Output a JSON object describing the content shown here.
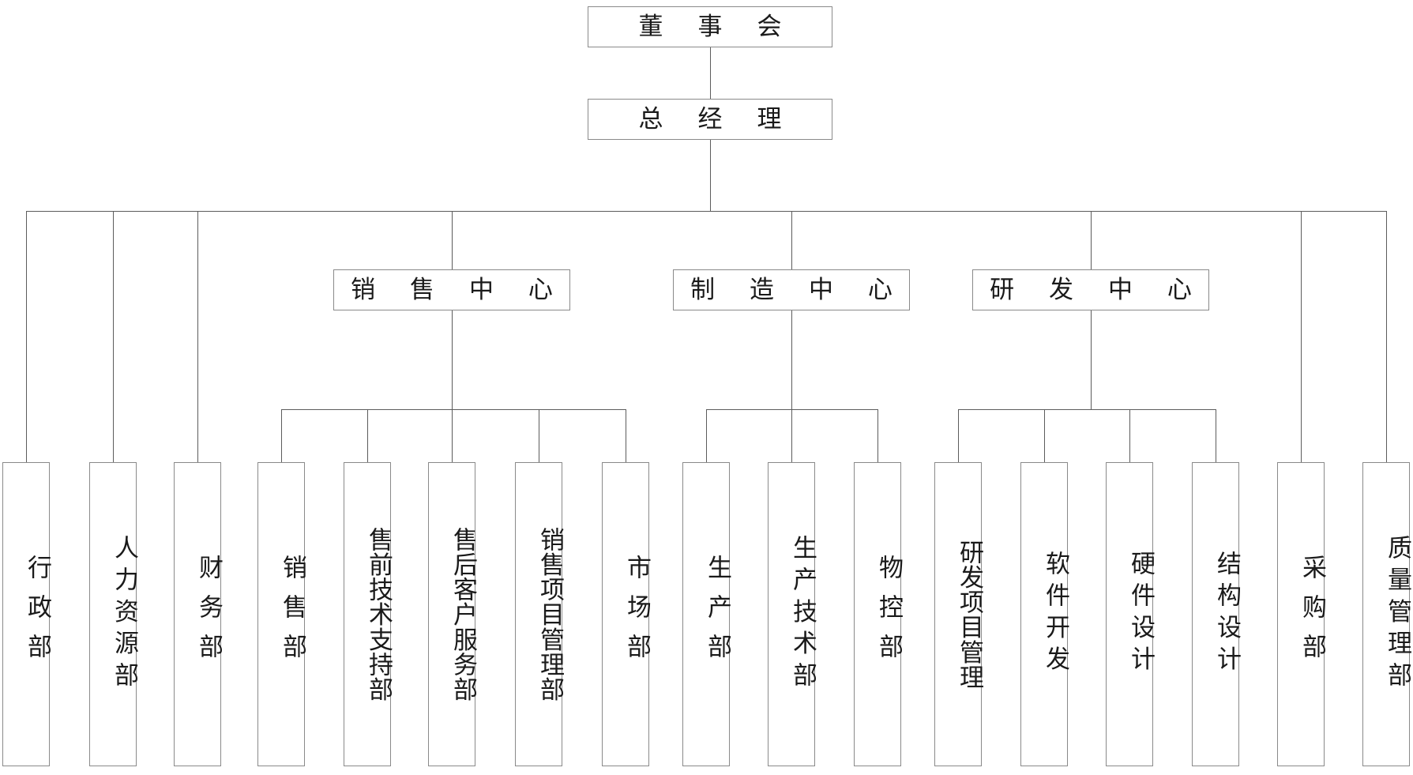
{
  "diagram": {
    "type": "organization-chart",
    "title_visible": false,
    "orientation": "top-down",
    "line_color": "#5c5c5c",
    "box_border_color": "#8a8a8a",
    "background_color": "#ffffff",
    "text_color": "#1a1a1a"
  },
  "nodes": {
    "board": {
      "label": "董 事 会",
      "level": 0
    },
    "general_manager": {
      "label": "总 经 理",
      "level": 1
    },
    "centers": [
      {
        "id": "sales_center",
        "label": "销 售 中 心",
        "level": 2
      },
      {
        "id": "manufacturing_center",
        "label": "制 造 中 心",
        "level": 2
      },
      {
        "id": "rd_center",
        "label": "研 发 中 心",
        "level": 2
      }
    ],
    "direct_departments_left": [
      {
        "id": "admin",
        "label": "行政部",
        "parent": "general_manager"
      },
      {
        "id": "hr",
        "label": "人力资源部",
        "parent": "general_manager"
      },
      {
        "id": "finance",
        "label": "财务部",
        "parent": "general_manager"
      }
    ],
    "sales_departments": [
      {
        "id": "sales_dept",
        "label": "销售部",
        "parent": "sales_center"
      },
      {
        "id": "presales_tech_support",
        "label": "售前技术支持部",
        "parent": "sales_center"
      },
      {
        "id": "aftersales_customer_service",
        "label": "售后客户服务部",
        "parent": "sales_center"
      },
      {
        "id": "sales_project_mgmt",
        "label": "销售项目管理部",
        "parent": "sales_center"
      },
      {
        "id": "marketing",
        "label": "市场部",
        "parent": "sales_center"
      }
    ],
    "manufacturing_departments": [
      {
        "id": "production",
        "label": "生产部",
        "parent": "manufacturing_center"
      },
      {
        "id": "production_tech",
        "label": "生产技术部",
        "parent": "manufacturing_center"
      },
      {
        "id": "material_control",
        "label": "物控部",
        "parent": "manufacturing_center"
      }
    ],
    "rd_departments": [
      {
        "id": "rd_project_mgmt",
        "label": "研发项目管理",
        "parent": "rd_center"
      },
      {
        "id": "software_dev",
        "label": "软件开发",
        "parent": "rd_center"
      },
      {
        "id": "hardware_design",
        "label": "硬件设计",
        "parent": "rd_center"
      },
      {
        "id": "structural_design",
        "label": "结构设计",
        "parent": "rd_center"
      }
    ],
    "direct_departments_right": [
      {
        "id": "purchasing",
        "label": "采购部",
        "parent": "general_manager"
      },
      {
        "id": "quality_mgmt",
        "label": "质量管理部",
        "parent": "general_manager"
      }
    ]
  }
}
